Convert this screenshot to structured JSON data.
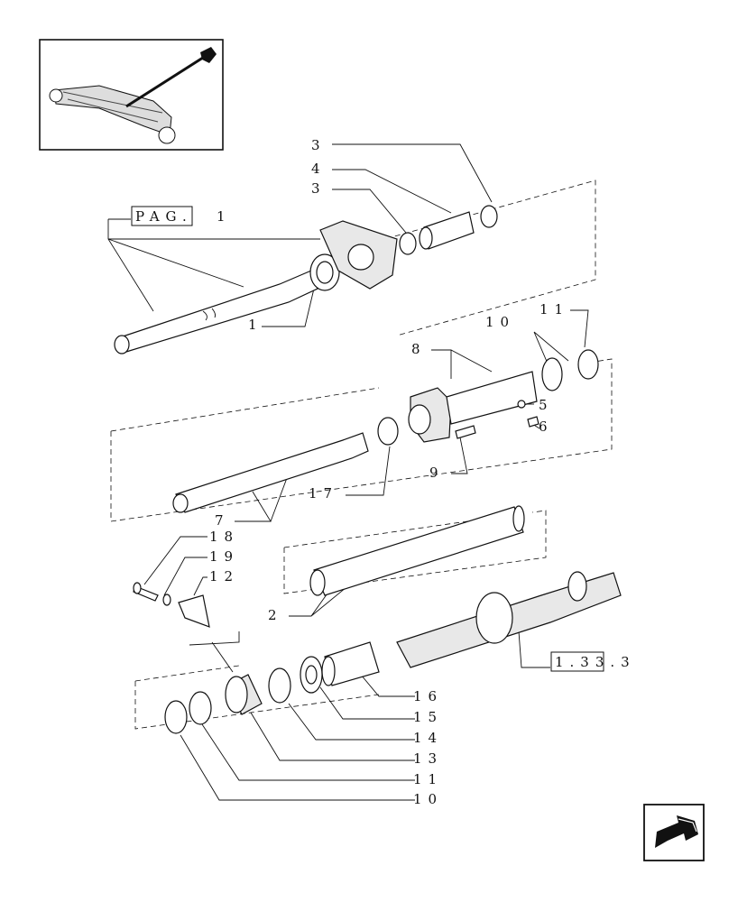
{
  "references": {
    "pag_box": "PAG.",
    "pag_num": "1",
    "ref_box": "1.33.3"
  },
  "labels": [
    {
      "id": "l3a",
      "text": "3"
    },
    {
      "id": "l4",
      "text": "4"
    },
    {
      "id": "l3b",
      "text": "3"
    },
    {
      "id": "l1",
      "text": "1"
    },
    {
      "id": "l11a",
      "text": "11"
    },
    {
      "id": "l10a",
      "text": "10"
    },
    {
      "id": "l8",
      "text": "8"
    },
    {
      "id": "l5",
      "text": "5"
    },
    {
      "id": "l6",
      "text": "6"
    },
    {
      "id": "l9",
      "text": "9"
    },
    {
      "id": "l17",
      "text": "17"
    },
    {
      "id": "l7",
      "text": "7"
    },
    {
      "id": "l18",
      "text": "18"
    },
    {
      "id": "l19",
      "text": "19"
    },
    {
      "id": "l12",
      "text": "12"
    },
    {
      "id": "l2",
      "text": "2"
    },
    {
      "id": "l16",
      "text": "16"
    },
    {
      "id": "l15",
      "text": "15"
    },
    {
      "id": "l14",
      "text": "14"
    },
    {
      "id": "l13",
      "text": "13"
    },
    {
      "id": "l11b",
      "text": "11"
    },
    {
      "id": "l10b",
      "text": "10"
    }
  ],
  "icons": {
    "thumbnail": "axle-assembly-thumbnail",
    "nav": "next-page-arrow-icon"
  }
}
